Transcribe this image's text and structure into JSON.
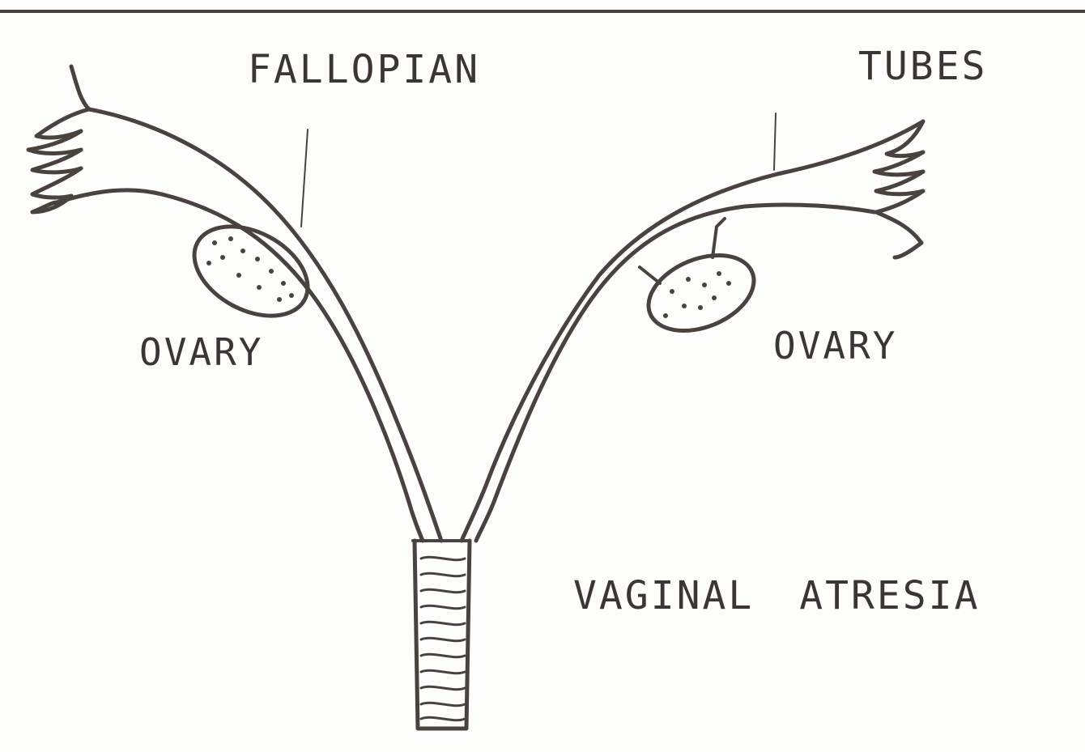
{
  "labels": {
    "fallopian": "FALLOPIAN",
    "tubes": "TUBES",
    "ovary_left": "OVARY",
    "ovary_right": "OVARY",
    "condition": "VAGINAL ATRESIA"
  },
  "colors": {
    "ink": "#4a433d",
    "paper": "#fdfdfb"
  }
}
